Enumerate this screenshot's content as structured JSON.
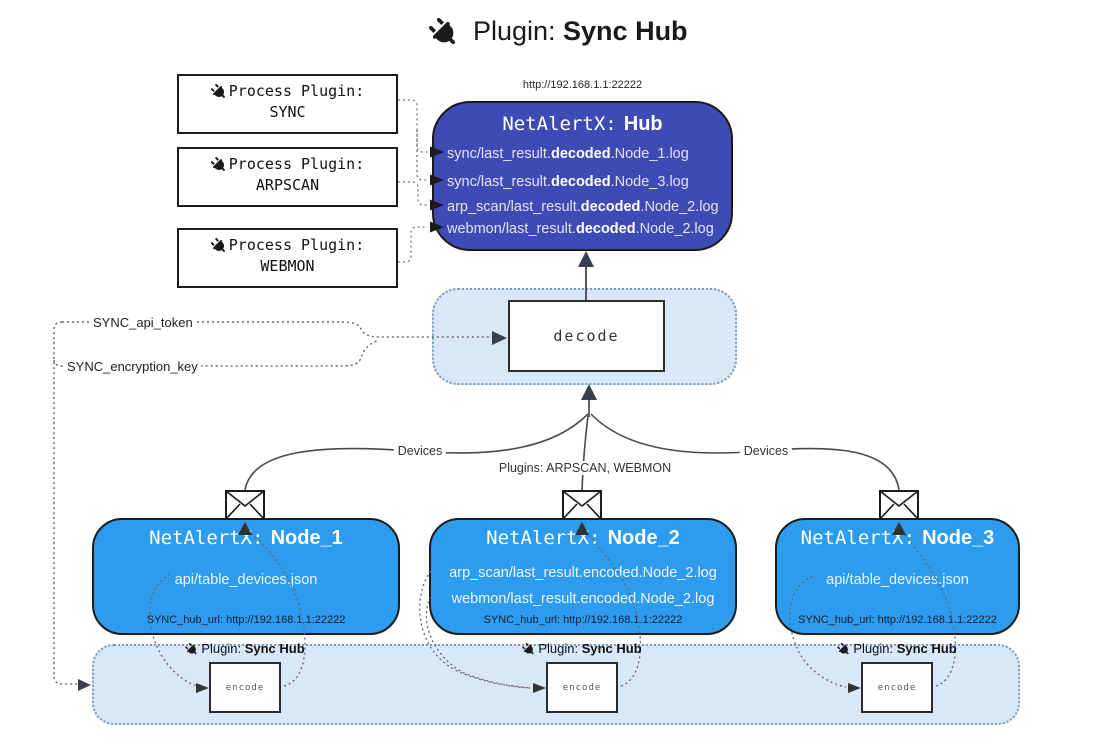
{
  "colors": {
    "hub-fill": "#3F4BB5",
    "node-fill": "#2D9BEE",
    "panel-fill": "#D9E8F8",
    "panel-border": "#7C9CB8",
    "box-border": "#1B1B1B",
    "arrow-dark": "#39414F"
  },
  "title": {
    "prefix": "Plugin:",
    "name": "Sync Hub"
  },
  "hub": {
    "url": "http://192.168.1.1:22222",
    "title_prefix": "NetAlertX:",
    "title_name": "Hub",
    "lines": [
      {
        "pre": "sync/last_result.",
        "bold": "decoded",
        "post": ".Node_1.log"
      },
      {
        "pre": "sync/last_result.",
        "bold": "decoded",
        "post": ".Node_3.log"
      },
      {
        "pre": "arp_scan/last_result.",
        "bold": "decoded",
        "post": ".Node_2.log"
      },
      {
        "pre": "webmon/last_result.",
        "bold": "decoded",
        "post": ".Node_2.log"
      }
    ]
  },
  "process_plugins": [
    {
      "label": "Process Plugin:",
      "name": "SYNC"
    },
    {
      "label": "Process Plugin:",
      "name": "ARPSCAN"
    },
    {
      "label": "Process Plugin:",
      "name": "WEBMON"
    }
  ],
  "decode_label": "decode",
  "keys": {
    "api_token": "SYNC_api_token",
    "encryption_key": "SYNC_encryption_key"
  },
  "edge_labels": {
    "devices_left": "Devices",
    "devices_right": "Devices",
    "plugins": "Plugins: ARPSCAN, WEBMON"
  },
  "nodes": [
    {
      "title_prefix": "NetAlertX:",
      "title_name": "Node_1",
      "lines": [
        "api/table_devices.json"
      ],
      "hub_url": "SYNC_hub_url: http://192.168.1.1:22222"
    },
    {
      "title_prefix": "NetAlertX:",
      "title_name": "Node_2",
      "lines": [
        "arp_scan/last_result.encoded.Node_2.log",
        "webmon/last_result.encoded.Node_2.log"
      ],
      "hub_url": "SYNC_hub_url: http://192.168.1.1:22222"
    },
    {
      "title_prefix": "NetAlertX:",
      "title_name": "Node_3",
      "lines": [
        "api/table_devices.json"
      ],
      "hub_url": "SYNC_hub_url: http://192.168.1.1:22222"
    }
  ],
  "encoders": [
    {
      "plugin_prefix": "Plugin:",
      "plugin_name": "Sync Hub",
      "label": "encode"
    },
    {
      "plugin_prefix": "Plugin:",
      "plugin_name": "Sync Hub",
      "label": "encode"
    },
    {
      "plugin_prefix": "Plugin:",
      "plugin_name": "Sync Hub",
      "label": "encode"
    }
  ]
}
